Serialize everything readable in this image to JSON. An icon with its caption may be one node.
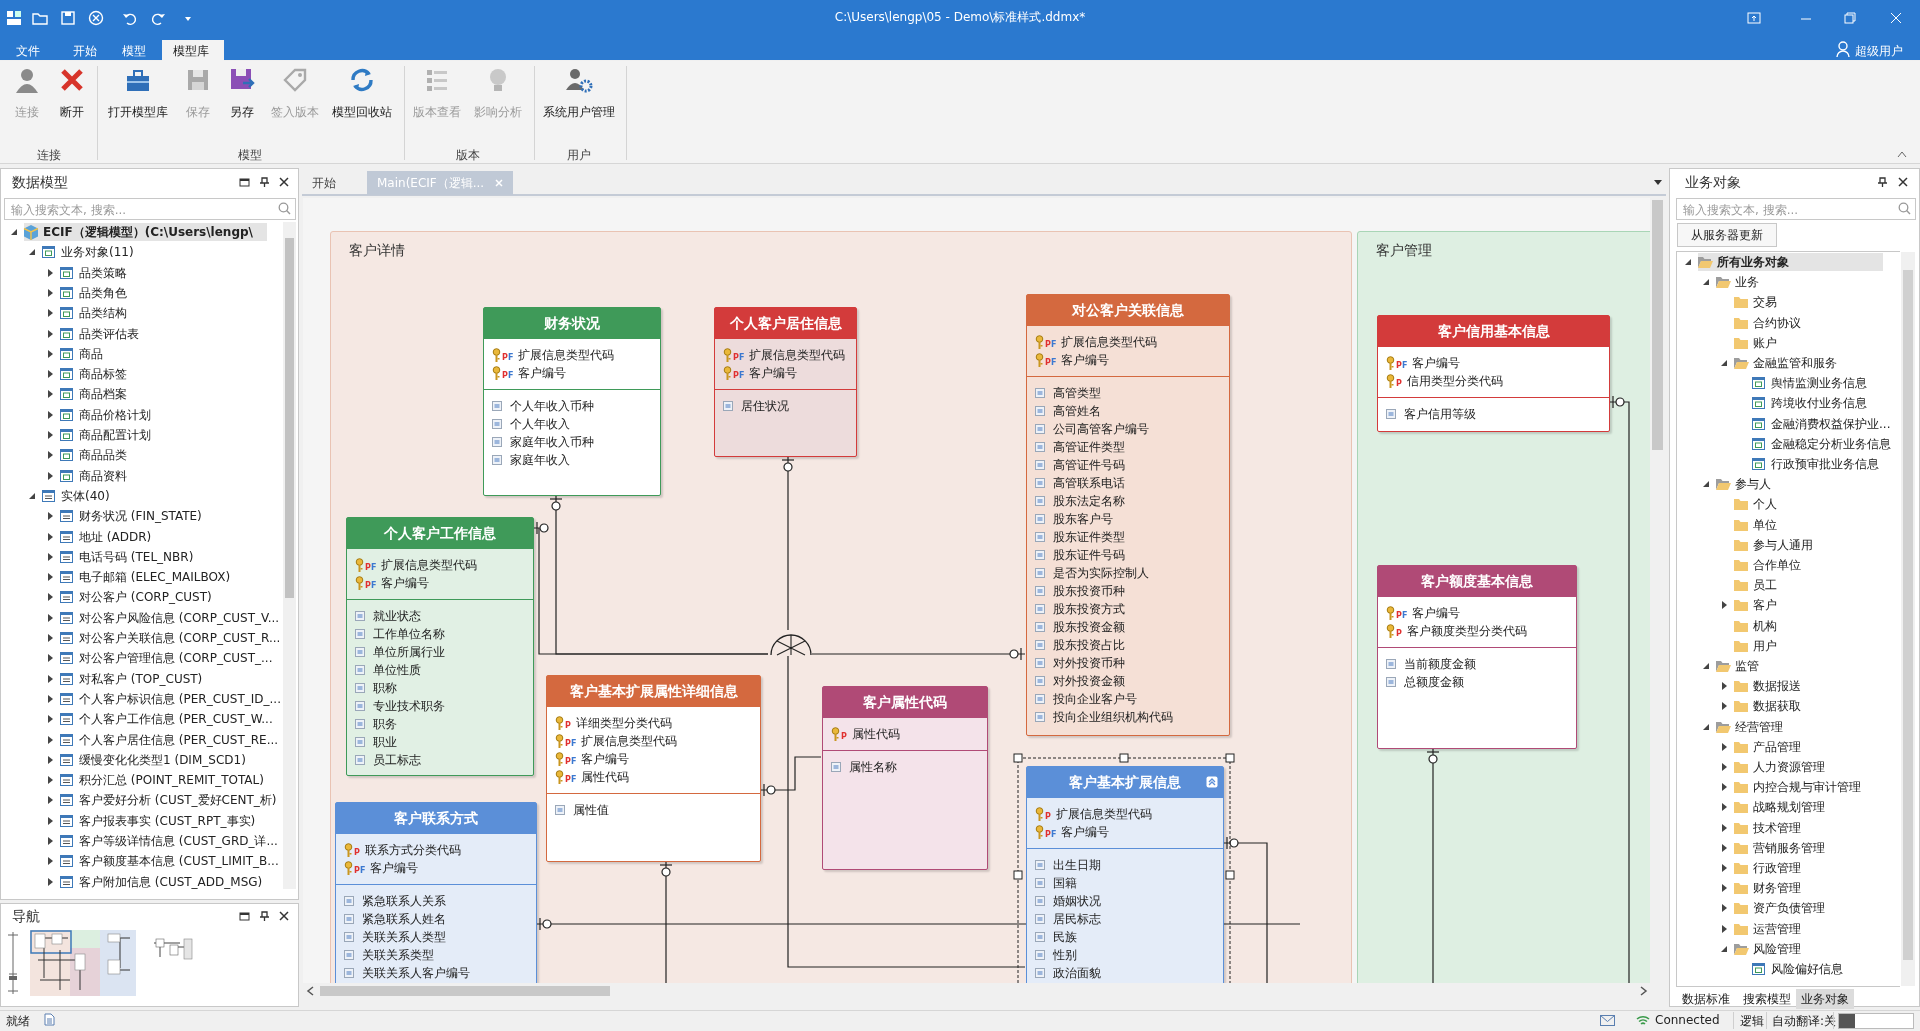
{
  "diagram": {
    "nodes": [
      {
        "text": [
          "客户详情"
        ]
      },
      {
        "text": [
          "财务状况",
          "PF",
          "扩展信息类型代码",
          "PF",
          "客户编号",
          "个人年收入币种",
          "个人年收入",
          "家庭年收入币种",
          "家庭年收入"
        ],
        "in": 0
      },
      {
        "text": [
          "个人客户居住信息",
          "PF",
          "扩展信息类型代码",
          "PF",
          "客户编号",
          "居住状况"
        ],
        "in": 0
      },
      {
        "text": [
          "对公客户关联信息",
          "PF",
          "扩展信息类型代码",
          "PF",
          "客户编号",
          "高管类型",
          "高管姓名",
          "公司高管客户编号",
          "高管证件类型",
          "高管证件号码",
          "高管联系电话",
          "股东法定名称",
          "股东客户号",
          "股东证件类型",
          "股东证件号码",
          "是否为实际控制人",
          "股东投资币种",
          "股东投资方式",
          "股东投资金额",
          "股东投资占比",
          "对外投资币种",
          "对外投资金额",
          "投向企业客户号",
          "投向企业组织机构代码"
        ],
        "in": 0
      },
      {
        "text": [
          "个人客户工作信息",
          "PF",
          "扩展信息类型代码",
          "PF",
          "客户编号",
          "就业状态",
          "工作单位名称",
          "单位所属行业",
          "单位性质",
          "职称",
          "专业技术职务",
          "职务",
          "职业",
          "员工标志"
        ],
        "in": 0
      },
      {
        "text": [],
        "shape": "circle",
        "in": 0
      },
      {
        "text": [
          "客户基本扩展属性详细信息",
          "P",
          "详细类型分类代码",
          "PF",
          "扩展信息类型代码",
          "PF",
          "客户编号",
          "PF",
          "属性代码",
          "属性值"
        ],
        "in": 0
      },
      {
        "text": [
          "客户属性代码",
          "P",
          "属性代码",
          "属性名称"
        ],
        "in": 0
      },
      {
        "text": [
          "客户基本扩展信息",
          "P",
          "扩展信息类型代码",
          "PF",
          "客户编号",
          "出生日期",
          "国籍",
          "婚姻状况",
          "居民标志",
          "民族",
          "性别",
          "政治面貌"
        ],
        "in": 0
      },
      {
        "text": [
          "客户联系方式",
          "P",
          "联系方式分类代码",
          "PF",
          "客户编号",
          "紧急联系人关系",
          "紧急联系人姓名",
          "关联关系人类型",
          "关联关系类型",
          "关联关系人客户编号"
        ],
        "in": 0
      },
      {
        "text": [
          "客户管理"
        ]
      },
      {
        "text": [
          "客户信用基本信息",
          "PF",
          "客户编号",
          "P",
          "信用类型分类代码",
          "客户信用等级"
        ],
        "in": 10
      },
      {
        "text": [
          "客户额度基本信息",
          "PF",
          "客户编号",
          "P",
          "客户额度类型分类代码",
          "当前额度金额",
          "总额度金额"
        ],
        "in": 10
      }
    ],
    "edges": [
      {
        "from": 8,
        "to": 5,
        "arrow": "none"
      },
      {
        "from": 5,
        "to": 1,
        "arrow": "other"
      },
      {
        "from": 5,
        "to": 4,
        "arrow": "other"
      },
      {
        "from": 5,
        "to": 2,
        "arrow": "other"
      },
      {
        "from": 5,
        "to": 3,
        "arrow": "other"
      },
      {
        "from": 7,
        "to": 6,
        "arrow": "other"
      },
      {
        "from": null,
        "to": 6,
        "arrow": "other"
      },
      {
        "from": null,
        "to": 9,
        "arrow": "other"
      },
      {
        "from": null,
        "to": 8,
        "arrow": "other"
      },
      {
        "from": null,
        "to": 11,
        "arrow": "other"
      },
      {
        "from": null,
        "to": 12,
        "arrow": "other"
      }
    ],
    "labels": [
      "C:\\Users\\lengp\\05 - Demo\\标准样式.ddmx*",
      "文件",
      "开始",
      "模型",
      "模型库",
      "超级用户",
      "连接",
      "断开",
      "打开模型库",
      "保存",
      "另存",
      "签入版本",
      "模型回收站",
      "版本查看",
      "影响分析",
      "系统用户管理",
      "连接",
      "模型",
      "版本",
      "用户",
      "数据模型",
      "输入搜索文本, 搜索...",
      "ECIF（逻辑模型）(C:\\Users\\lengp\\",
      "业务对象(11)",
      "品类策略",
      "品类角色",
      "品类结构",
      "品类评估表",
      "商品",
      "商品标签",
      "商品档案",
      "商品价格计划",
      "商品配置计划",
      "商品品类",
      "商品资料",
      "实体(40)",
      "财务状况 (FIN_STATE)",
      "地址 (ADDR)",
      "电话号码 (TEL_NBR)",
      "电子邮箱 (ELEC_MAILBOX)",
      "对公客户 (CORP_CUST)",
      "对公客户风险信息 (CORP_CUST_V...",
      "对公客户关联信息 (CORP_CUST_R...",
      "对公客户管理信息 (CORP_CUST_...",
      "对私客户 (TOP_CUST)",
      "个人客户标识信息 (PER_CUST_ID_...",
      "个人客户工作信息 (PER_CUST_W...",
      "个人客户居住信息 (PER_CUST_RE...",
      "缓慢变化化类型1 (DIM_SCD1)",
      "积分汇总 (POINT_REMIT_TOTAL)",
      "客户爱好分析 (CUST_爱好CENT_析)",
      "客户报表事实 (CUST_RPT_事实)",
      "客户等级详情信息 (CUST_GRD_详...",
      "客户额度基本信息 (CUST_LIMIT_B...",
      "客户附加信息 (CUST_ADD_MSG)",
      "导航",
      "开始",
      "Main(ECIF（逻辑...",
      "业务对象",
      "输入搜索文本, 搜索...",
      "从服务器更新",
      "所有业务对象",
      "业务",
      "交易",
      "合约协议",
      "账户",
      "金融监管和服务",
      "舆情监测业务信息",
      "跨境收付业务信息",
      "金融消费权益保护业...",
      "金融稳定分析业务信息",
      "行政预审批业务信息",
      "参与人",
      "个人",
      "单位",
      "参与人通用",
      "合作单位",
      "员工",
      "客户",
      "机构",
      "用户",
      "监管",
      "数据报送",
      "数据获取",
      "经营管理",
      "产品管理",
      "人力资源管理",
      "内控合规与审计管理",
      "战略规划管理",
      "技术管理",
      "营销服务管理",
      "行政管理",
      "财务管理",
      "资产负债管理",
      "运营管理",
      "风险管理",
      "风险偏好信息",
      "数据标准",
      "搜索模型",
      "业务对象",
      "就绪",
      "Connected",
      "逻辑",
      "自动翻译:关"
    ]
  }
}
